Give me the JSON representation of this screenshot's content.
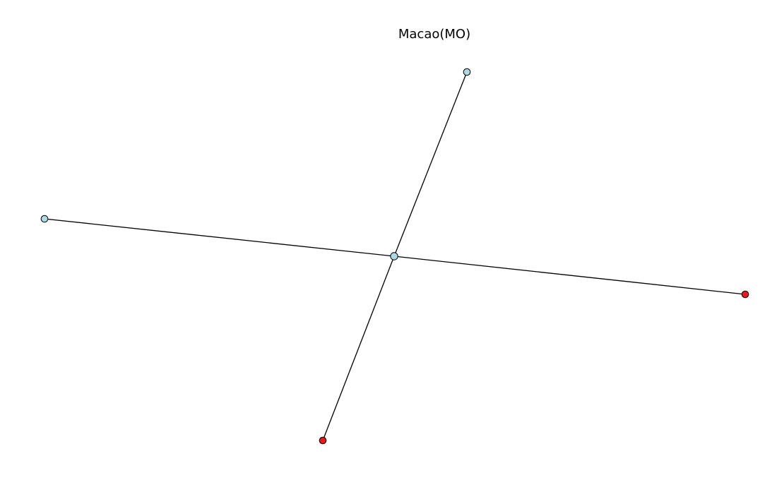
{
  "title": "Macao(MO)",
  "colors": {
    "default_node": "#add8e6",
    "highlight_node": "#e41a1c",
    "edge": "#000000",
    "background": "#ffffff"
  },
  "graph": {
    "nodes": [
      {
        "id": "center",
        "kind": "default"
      },
      {
        "id": "top",
        "kind": "default"
      },
      {
        "id": "left",
        "kind": "default"
      },
      {
        "id": "right",
        "kind": "highlight"
      },
      {
        "id": "bottom",
        "kind": "highlight"
      }
    ],
    "edges": [
      {
        "source": "center",
        "target": "top"
      },
      {
        "source": "center",
        "target": "bottom"
      },
      {
        "source": "center",
        "target": "left"
      },
      {
        "source": "center",
        "target": "right"
      }
    ]
  }
}
